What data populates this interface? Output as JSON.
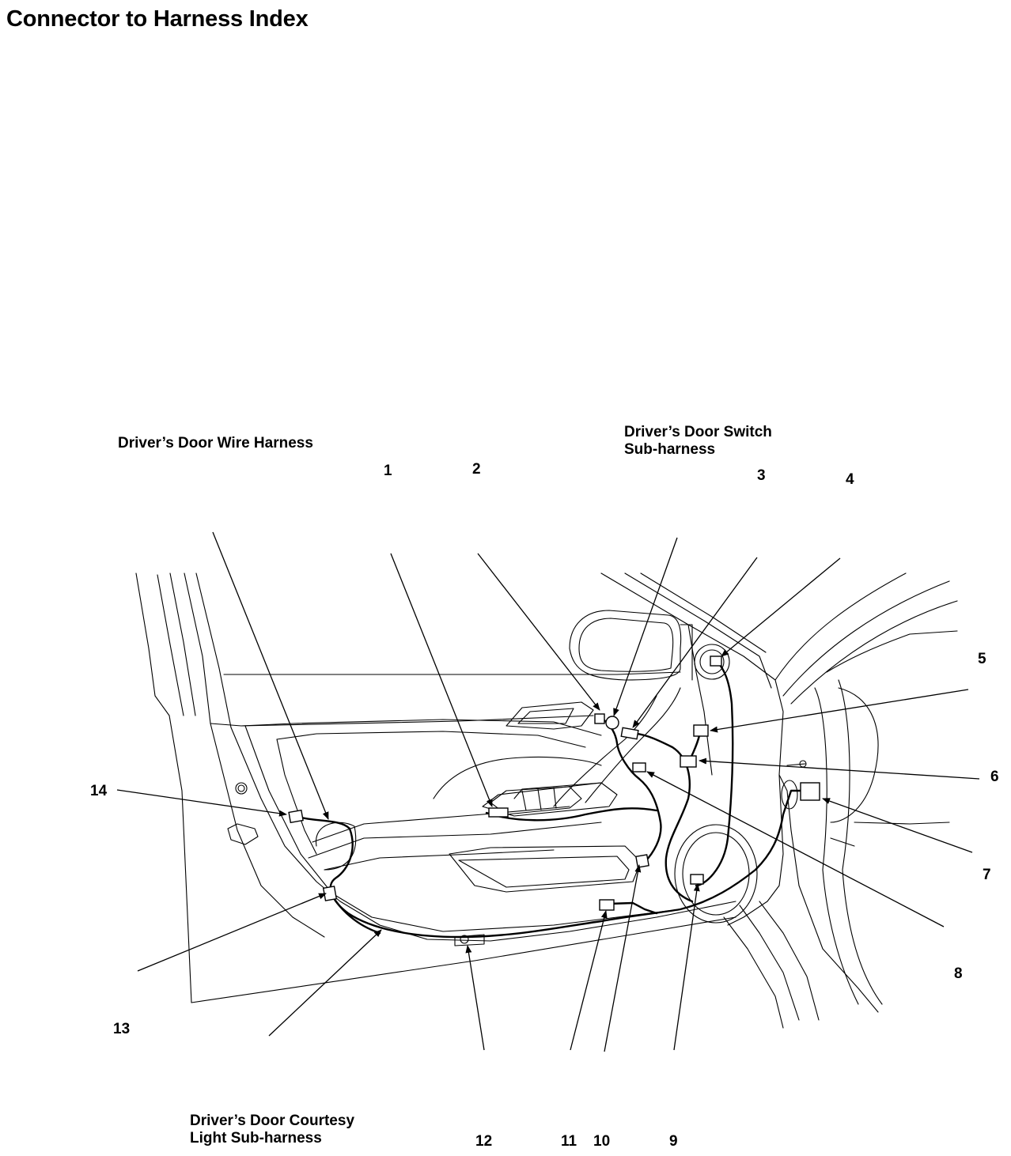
{
  "page": {
    "title": "Connector to Harness Index"
  },
  "harness_labels": {
    "door_wire": "Driver’s Door Wire Harness",
    "switch_sub_line1": "Driver’s Door Switch",
    "switch_sub_line2": "Sub-harness",
    "courtesy_sub_line1": "Driver’s Door Courtesy",
    "courtesy_sub_line2": "Light Sub-harness"
  },
  "callouts": [
    "1",
    "2",
    "3",
    "4",
    "5",
    "6",
    "7",
    "8",
    "9",
    "10",
    "11",
    "12",
    "13",
    "14"
  ]
}
